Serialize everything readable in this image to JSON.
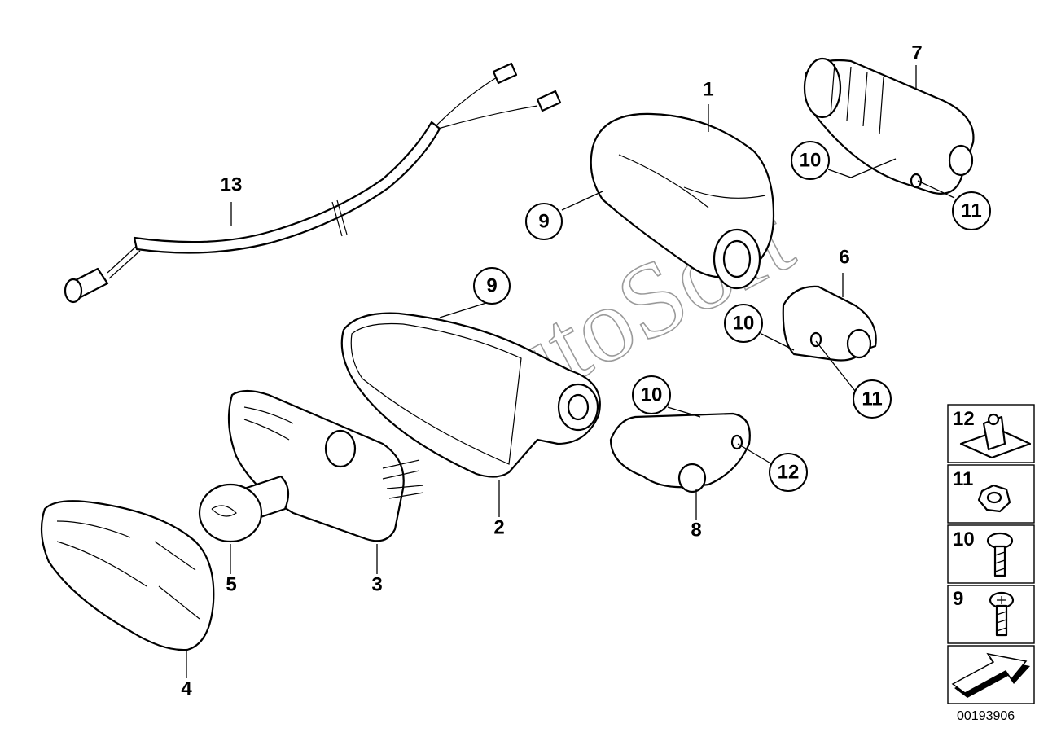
{
  "diagram": {
    "watermark": "AutoSoft",
    "document_number": "00193906",
    "callouts": {
      "p1": "1",
      "p2": "2",
      "p3": "3",
      "p4": "4",
      "p5": "5",
      "p6": "6",
      "p7": "7",
      "p8": "8",
      "p9a": "9",
      "p9b": "9",
      "p10a": "10",
      "p10b": "10",
      "p10c": "10",
      "p11a": "11",
      "p11b": "11",
      "p12": "12",
      "p13": "13"
    },
    "legend": [
      {
        "label": "12",
        "icon": "clip-nut-icon"
      },
      {
        "label": "11",
        "icon": "hex-nut-icon"
      },
      {
        "label": "10",
        "icon": "torx-screw-icon"
      },
      {
        "label": "9",
        "icon": "phillips-screw-icon"
      },
      {
        "label": "",
        "icon": "direction-arrow-icon"
      }
    ]
  }
}
